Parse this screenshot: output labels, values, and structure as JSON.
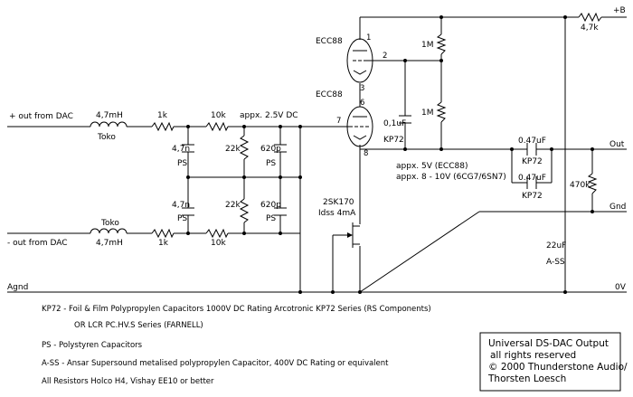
{
  "labels": {
    "plus_b": "+B",
    "r_top": "4,7k",
    "ecc88_top": "ECC88",
    "ecc88_bottom": "ECC88",
    "pin1": "1",
    "pin2": "2",
    "pin3": "3",
    "pin6": "6",
    "pin7": "7",
    "pin8": "8",
    "r_1m_top": "1M",
    "r_1m_bottom": "1M",
    "plus_in": "+ out from DAC",
    "minus_in": "- out from DAC",
    "ind_top": "4,7mH",
    "toko_top": "Toko",
    "toko_bottom": "Toko",
    "ind_bottom": "4,7mH",
    "r1k_top": "1k",
    "r10k_top": "10k",
    "r1k_bottom": "1k",
    "r10k_bottom": "10k",
    "v25": "appx. 2.5V DC",
    "c01": "0,1uF",
    "kp72_a": "KP72",
    "c47n_top": "4,7n",
    "ps_a": "PS",
    "r22k_top": "22k",
    "c620_top": "620p",
    "ps_b": "PS",
    "c47n_bottom": "4,7n",
    "ps_c": "PS",
    "r22k_bottom": "22k",
    "c620_bottom": "620p",
    "ps_d": "PS",
    "c047_top": "0.47uF",
    "kp72_b": "KP72",
    "c047_bottom": "0.47uF",
    "kp72_c": "KP72",
    "out": "Out",
    "v5": "appx. 5V (ECC88)",
    "v8": "appx. 8 - 10V (6CG7/6SN7)",
    "r470k": "470k",
    "gnd": "Gnd",
    "fet": "2SK170",
    "idss": "Idss 4mA",
    "c22u": "22uF",
    "ass": "A-SS",
    "agnd": "Agnd",
    "zero_v": "0V"
  },
  "notes": [
    "KP72  -  Foil & Film Polypropylen Capacitors 1000V DC Rating Arcotronic KP72 Series (RS Components)",
    "OR  LCR  PC.HV.S Series (FARNELL)",
    "PS    -  Polystyren Capacitors",
    "A-SS  -  Ansar Supersound metalised polypropylen Capacitor, 400V DC Rating or equivalent",
    "All Resistors Holco H4, Vishay EE10 or better"
  ],
  "titlebox": [
    "Universal DS-DAC Output",
    "all rights reserved",
    "© 2000 Thunderstone Audio/",
    "Thorsten Loesch"
  ]
}
